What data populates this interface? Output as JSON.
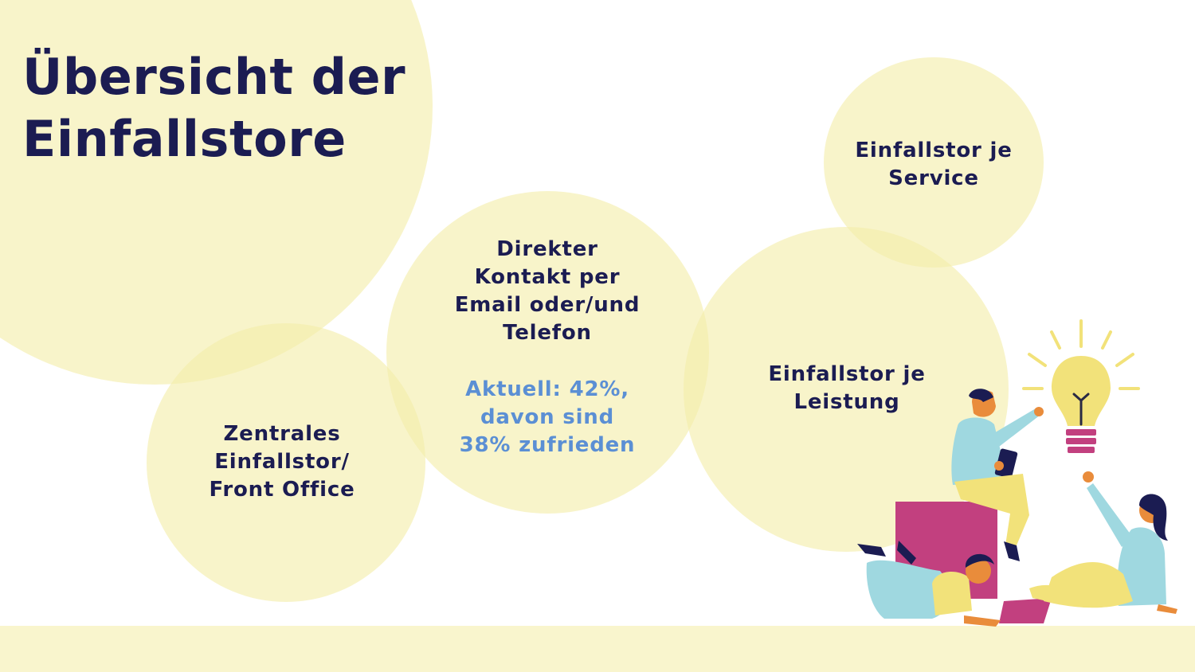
{
  "slide": {
    "title": "Übersicht der Einfallstore",
    "bubbles": {
      "front_office": "Zentrales\nEinfallstor/\nFront Office",
      "direct_contact": "Direkter\nKontakt per\nEmail oder/und\nTelefon",
      "direct_contact_stat": "Aktuell: 42%,\ndavon sind\n38% zufrieden",
      "per_service_line": "Einfallstor je\nLeistung",
      "per_service": "Einfallstor je\nService"
    },
    "illustration": "team-idea-lightbulb-illustration"
  },
  "colors": {
    "title_text": "#1b1c52",
    "stat_text": "#5b8fd4",
    "bubble": "#f4eeaa",
    "band": "#f9f5cd",
    "accent_magenta": "#c2407f",
    "accent_lightblue": "#9fd8e0",
    "accent_yellow": "#f2e27a"
  }
}
